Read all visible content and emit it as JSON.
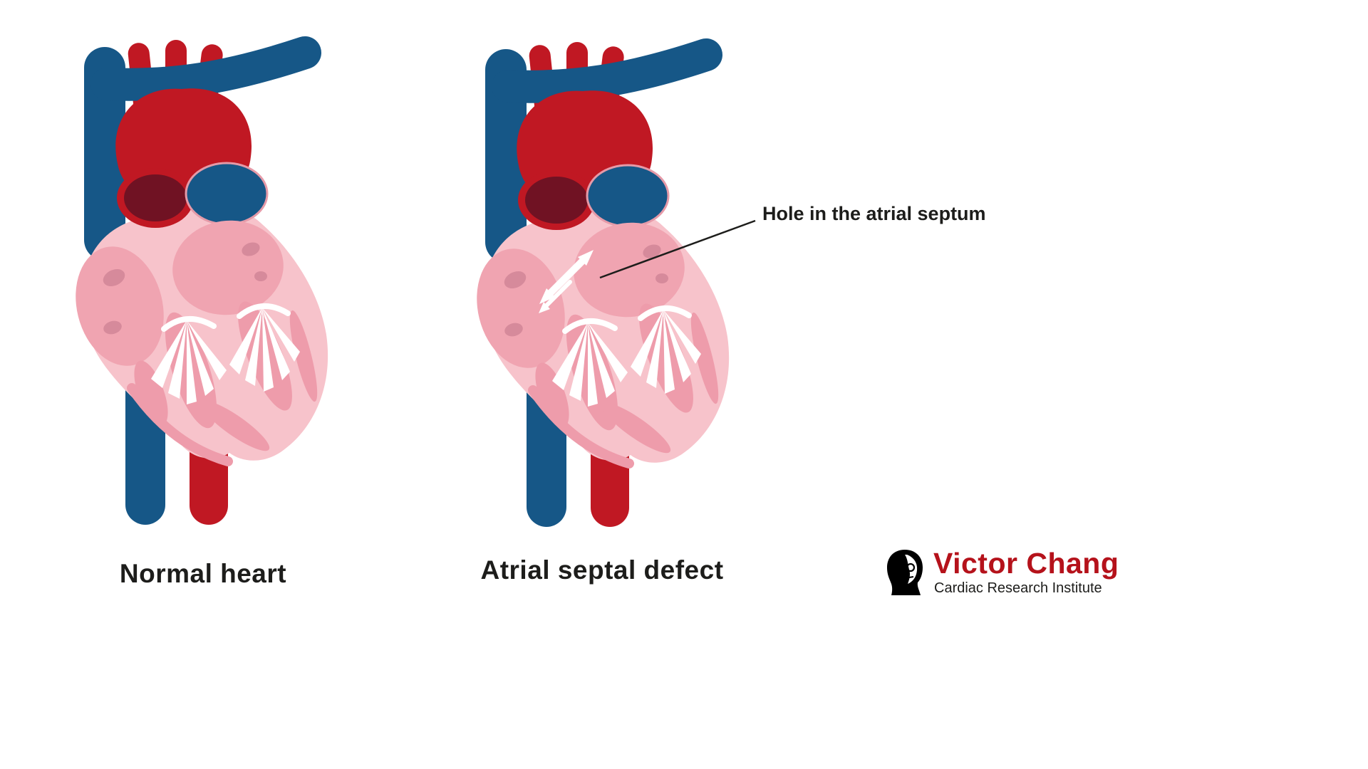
{
  "figures": {
    "left": {
      "label": "Normal heart"
    },
    "right": {
      "label": "Atrial septal defect",
      "annotation": "Hole in the atrial septum"
    }
  },
  "logo": {
    "name": "Victor Chang",
    "subtitle": "Cardiac Research Institute",
    "icon": "victor-chang-face-icon"
  },
  "colors": {
    "blue": "#165787",
    "red": "#C01823",
    "maroon": "#701223",
    "bodyPink": "#F7C3CB",
    "atriumPink": "#F0A4B1",
    "spotPink": "#D68A9B",
    "streakPink": "#EE9CAB",
    "ringPink": "#E59AA8",
    "white": "#FFFFFF",
    "textDark": "#1D1D1B",
    "logoRed": "#B5121B"
  }
}
